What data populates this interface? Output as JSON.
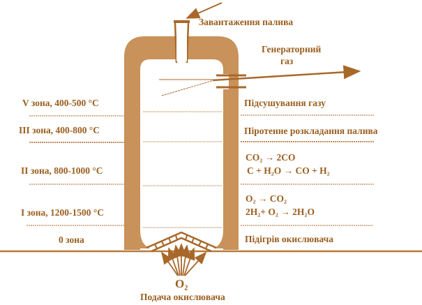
{
  "title_labels": {
    "fuel_loading": "Завантаження палива",
    "generator_gas_line1": "Генераторний",
    "generator_gas_line2": "газ",
    "oxidizer_supply": "Подача окислювача",
    "oxygen": "O₂"
  },
  "zones": [
    {
      "label": "V зона, 400-500 °C",
      "process": "Підсушування газу"
    },
    {
      "label": "III зона, 400-800 °C",
      "process": "Піротенне розкладання палива"
    },
    {
      "label": "II зона, 800-1000 °C",
      "process_lines": [
        "CO₂ → 2CO",
        "C + H₂O → CO + H₂"
      ]
    },
    {
      "label": "I зона, 1200-1500 °C",
      "process_lines": [
        "O₂ → CO₂",
        "2H₂+ O₂ → 2H₂O"
      ]
    },
    {
      "label": "0 зона",
      "process": "Підігрів окислювача"
    }
  ],
  "colors": {
    "wall": "#C8925A",
    "text": "#9A5E1E",
    "line": "#A8682A"
  }
}
